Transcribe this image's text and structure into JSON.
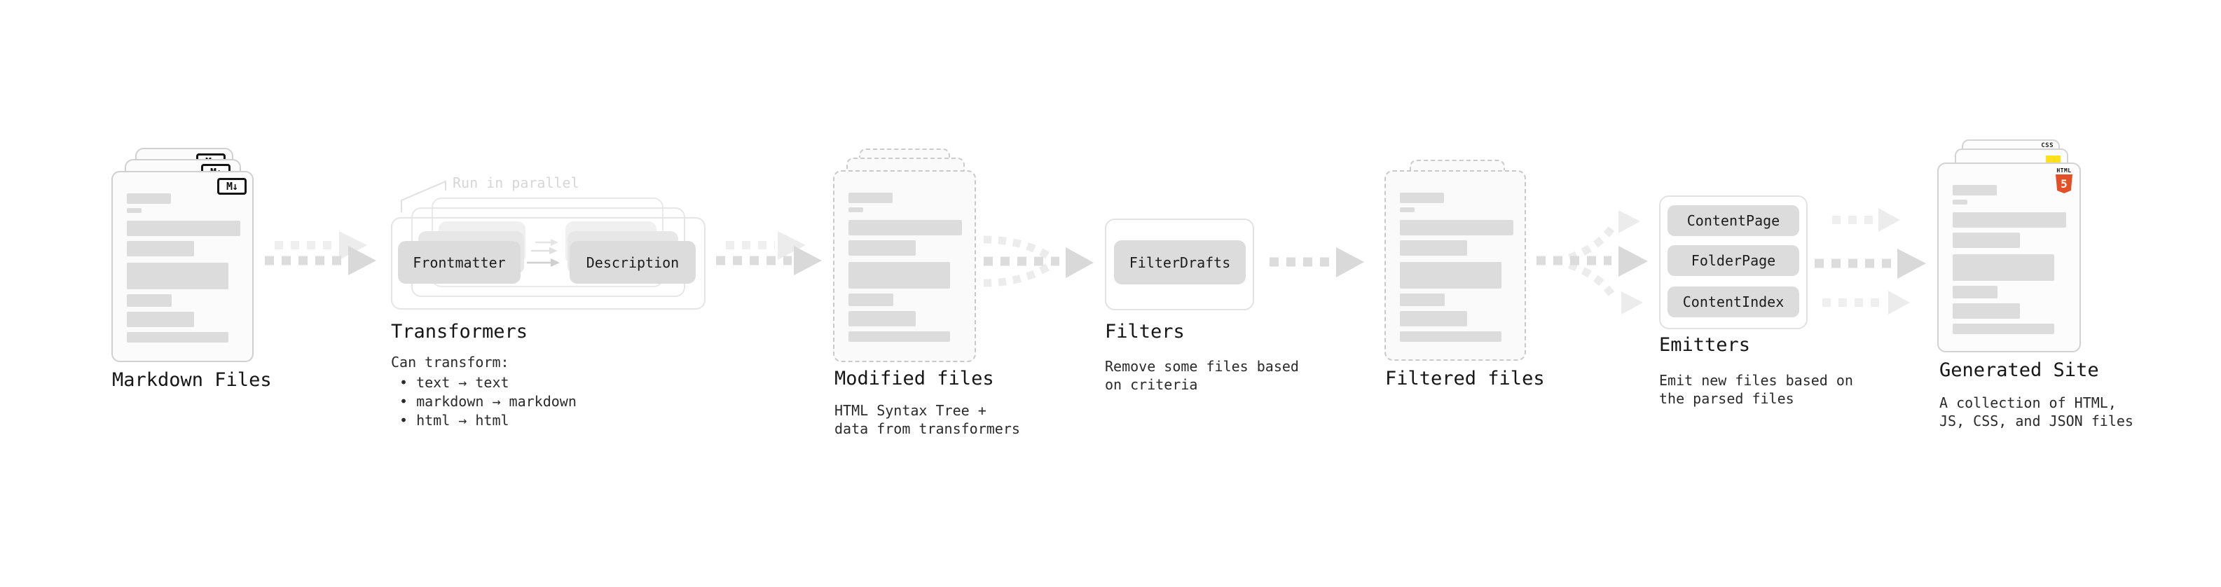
{
  "stages": {
    "markdown": {
      "title": "Markdown Files",
      "badge": "M↓"
    },
    "transformers": {
      "title": "Transformers",
      "annotation": "Run in parallel",
      "pill_left": "Frontmatter",
      "pill_right": "Description",
      "note": "Can transform:",
      "bullets": [
        "• text → text",
        "• markdown → markdown",
        "• html → html"
      ]
    },
    "modified": {
      "title": "Modified files",
      "desc": "HTML Syntax Tree +\ndata from transformers"
    },
    "filters": {
      "title": "Filters",
      "pill": "FilterDrafts",
      "desc": "Remove some files based\non criteria"
    },
    "filtered": {
      "title": "Filtered files"
    },
    "emitters": {
      "title": "Emitters",
      "pills": [
        "ContentPage",
        "FolderPage",
        "ContentIndex"
      ],
      "desc": "Emit new files based on\nthe parsed files"
    },
    "generated": {
      "title": "Generated Site",
      "desc": "A collection of HTML,\nJS, CSS, and JSON files",
      "badge_html_word": "HTML",
      "badge_html_number": "5",
      "badge_css": "CSS"
    }
  },
  "colors": {
    "html5_orange": "#e34f26",
    "css_blue": "#2b66e8",
    "js_yellow": "#ffe01a",
    "dark_arrow": "#dcdcdc",
    "light_arrow": "#efefef"
  }
}
